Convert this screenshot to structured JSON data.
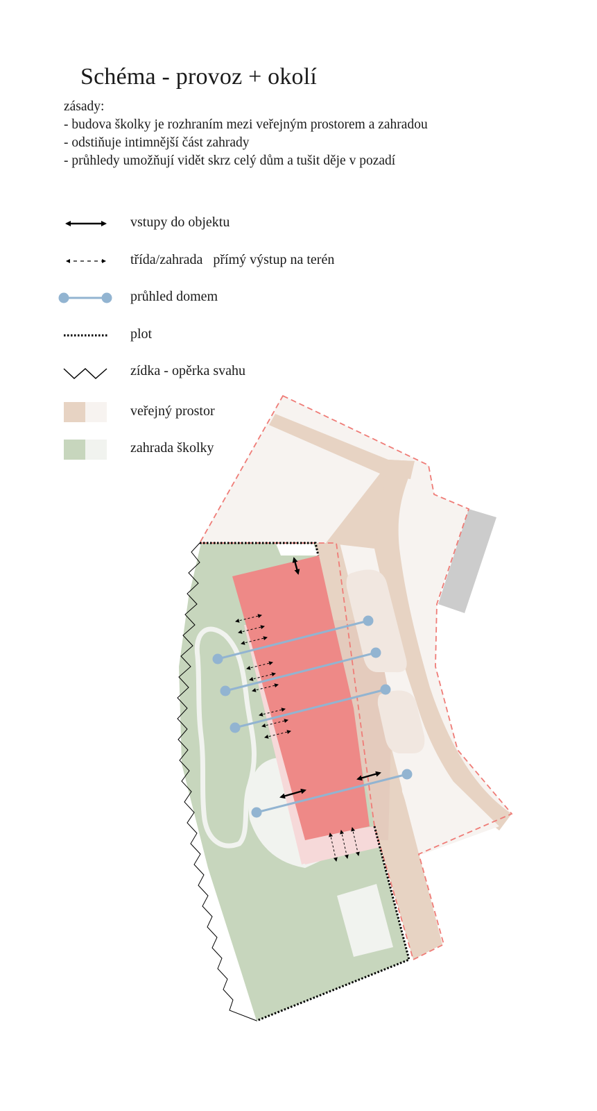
{
  "header": {
    "title": "Schéma - provoz + okolí",
    "principles_heading": "zásady:",
    "principles": [
      "- budova školky je rozhraním mezi veřejným prostorem a zahradou",
      "- odstiňuje intimnější část zahrady",
      "- průhledy umožňují vidět skrz celý dům a tušit děje v pozadí"
    ]
  },
  "legend": {
    "entrances": "vstupy do objektu",
    "classroom_garden": "třída/zahrada   přímý výstup na terén",
    "view_through": "průhled domem",
    "fence": "plot",
    "retaining_wall": "zídka - opěrka svahu",
    "public_space": "veřejný prostor",
    "kindergarten_garden": "zahrada školky"
  },
  "colors": {
    "public_space_dark": "#e7d3c3",
    "public_space_light": "#f7f3f0",
    "garden_dark": "#c7d6bd",
    "garden_light": "#f1f3ef",
    "building": "#ee8987",
    "building_edge": "#f6d9d9",
    "view_line": "#92b4d1",
    "boundary": "#ef7c77",
    "parking": "#cccccc"
  }
}
